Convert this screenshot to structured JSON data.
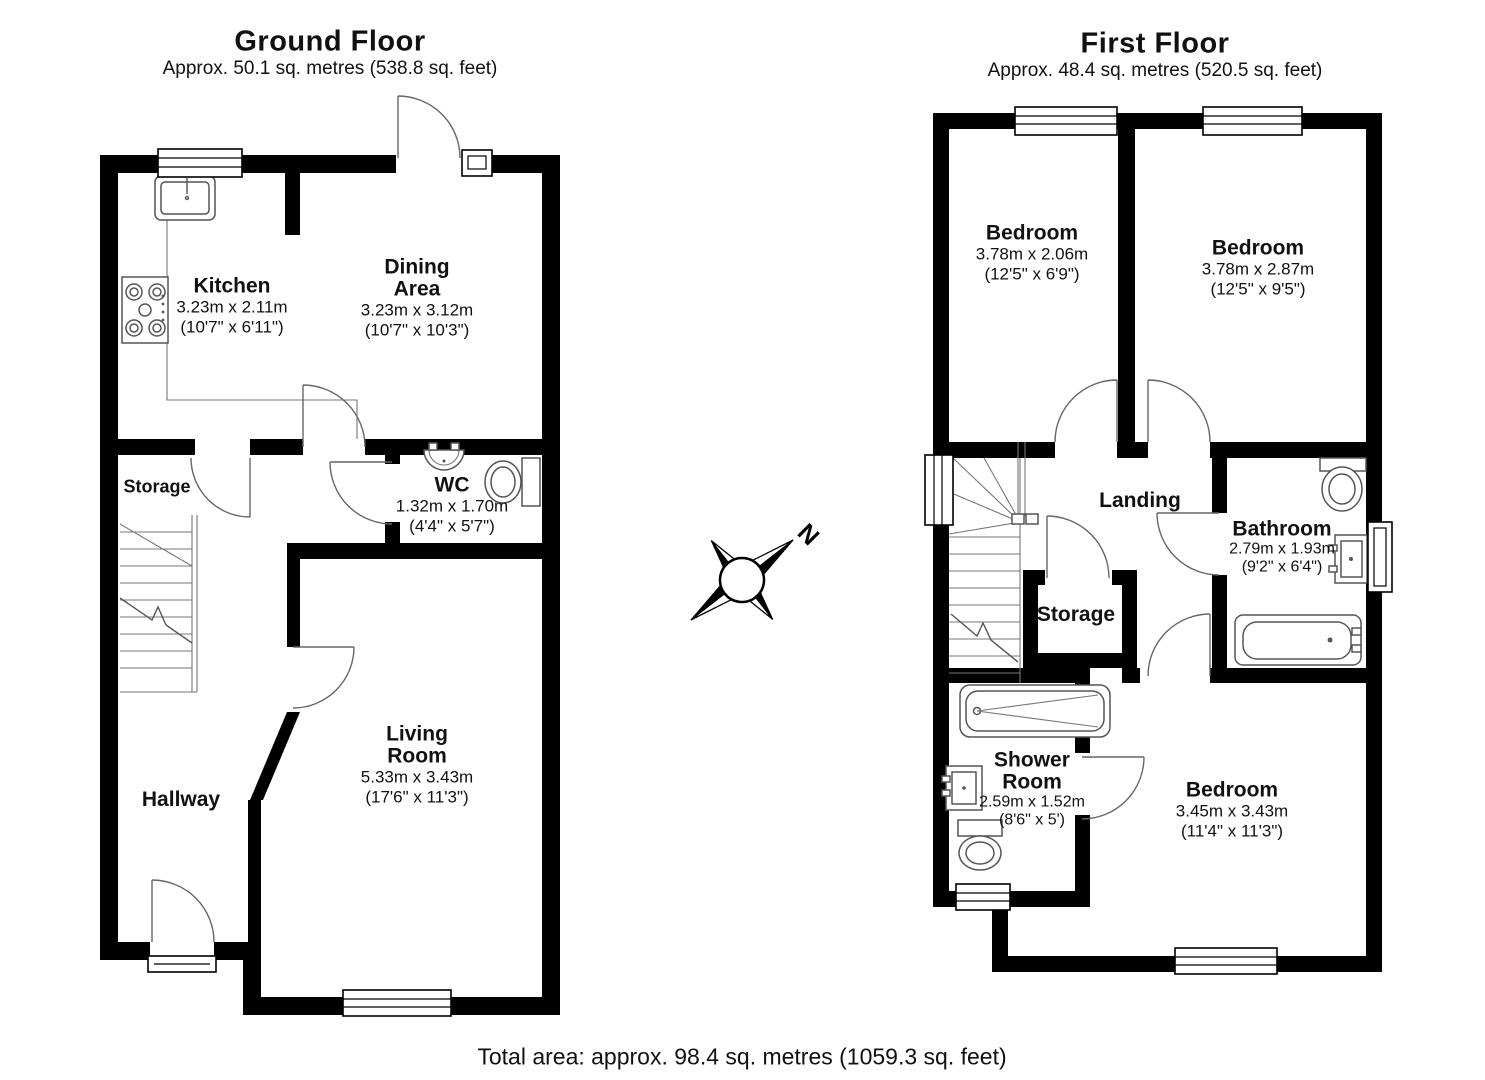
{
  "ground_floor": {
    "title": "Ground Floor",
    "subtitle": "Approx. 50.1 sq. metres (538.8 sq. feet)",
    "rooms": {
      "kitchen": {
        "name": "Kitchen",
        "metric": "3.23m x 2.11m",
        "imperial": "(10'7\" x 6'11\")"
      },
      "dining": {
        "name": "Dining Area",
        "metric": "3.23m x 3.12m",
        "imperial": "(10'7\" x 10'3\")"
      },
      "wc": {
        "name": "WC",
        "metric": "1.32m x 1.70m",
        "imperial": "(4'4\" x 5'7\")"
      },
      "storage": {
        "name": "Storage"
      },
      "hallway": {
        "name": "Hallway"
      },
      "living": {
        "name": "Living Room",
        "metric": "5.33m x 3.43m",
        "imperial": "(17'6\" x 11'3\")"
      }
    }
  },
  "first_floor": {
    "title": "First Floor",
    "subtitle": "Approx. 48.4 sq. metres (520.5 sq. feet)",
    "rooms": {
      "bedroom1": {
        "name": "Bedroom",
        "metric": "3.78m x 2.06m",
        "imperial": "(12'5\" x 6'9\")"
      },
      "bedroom2": {
        "name": "Bedroom",
        "metric": "3.78m x 2.87m",
        "imperial": "(12'5\" x 9'5\")"
      },
      "landing": {
        "name": "Landing"
      },
      "bathroom": {
        "name": "Bathroom",
        "metric": "2.79m x 1.93m",
        "imperial": "(9'2\" x 6'4\")"
      },
      "storage": {
        "name": "Storage"
      },
      "shower": {
        "name": "Shower Room",
        "metric": "2.59m x 1.52m",
        "imperial": "(8'6\" x 5')"
      },
      "bedroom3": {
        "name": "Bedroom",
        "metric": "3.45m x 3.43m",
        "imperial": "(11'4\" x 11'3\")"
      }
    }
  },
  "compass": {
    "north_label": "N"
  },
  "footer": {
    "total_area": "Total area: approx. 98.4 sq. metres (1059.3 sq. feet)"
  },
  "colors": {
    "wall": "#000000",
    "fixture_line": "#555555",
    "background": "#ffffff"
  }
}
